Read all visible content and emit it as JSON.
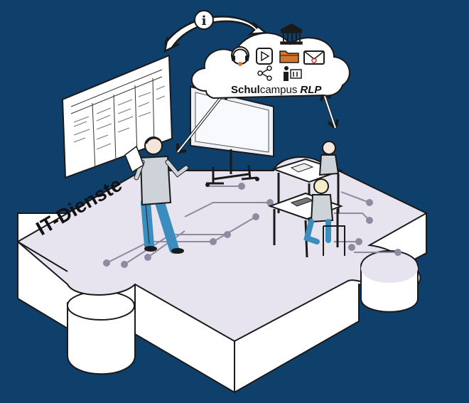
{
  "puzzle": {
    "label": "IT-Dienste"
  },
  "cloud": {
    "brand_bold": "Schul",
    "brand_regular": "campus",
    "brand_suffix": "RLP"
  },
  "info_icon": {
    "glyph": "i"
  },
  "icons": [
    "info-icon",
    "building-icon",
    "headset-icon",
    "play-icon",
    "folder-icon",
    "mail-icon",
    "share-icon",
    "teacher-icon"
  ],
  "colors": {
    "background": "#0f3f6b",
    "puzzle_top": "#e7e4f0",
    "puzzle_side": "#ffffff",
    "folder_accent": "#d7762a",
    "mail_accent": "#c0392b",
    "circuit": "#8e8aa0"
  }
}
